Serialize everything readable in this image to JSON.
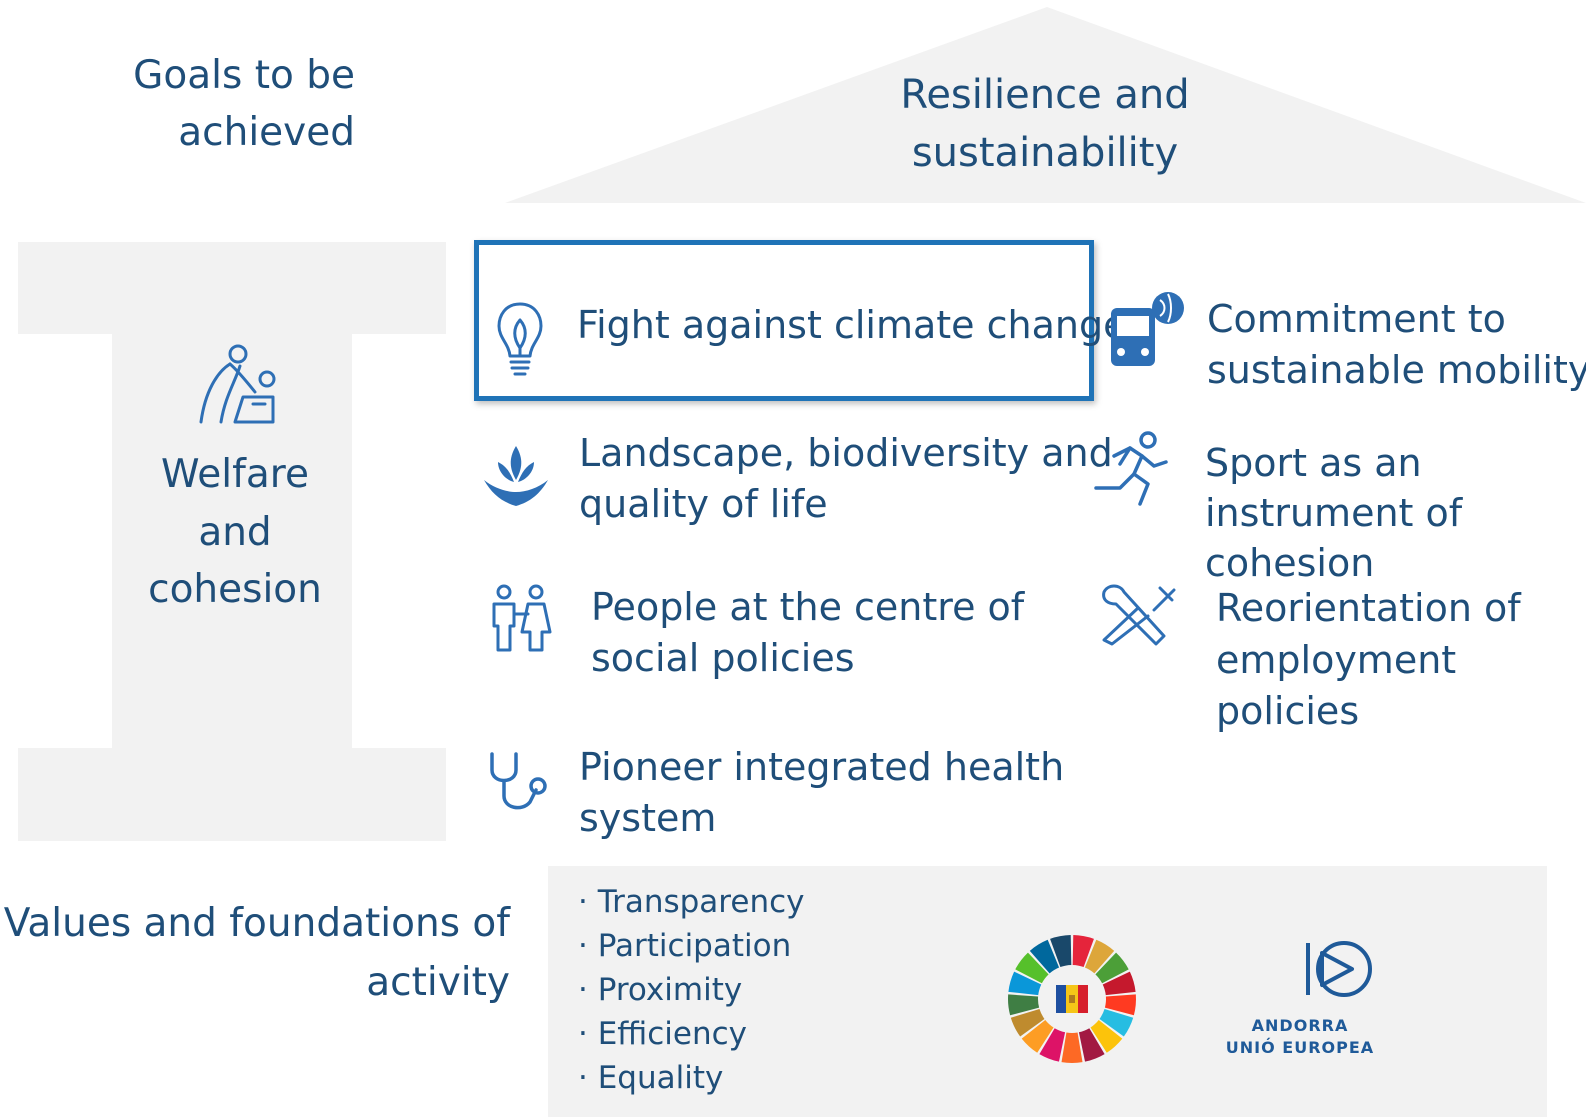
{
  "header": {
    "goals_line1": "Goals to be",
    "goals_line2": "achieved",
    "roof_line1": "Resilience and",
    "roof_line2": "sustainability"
  },
  "pillar": {
    "line1": "Welfare",
    "line2": "and",
    "line3": "cohesion",
    "icon": "caregiver-icon"
  },
  "items": [
    {
      "id": "climate",
      "line1": "Fight against climate change",
      "icon": "lightbulb-leaf-icon",
      "highlighted": true
    },
    {
      "id": "mobility",
      "line1": "Commitment to",
      "line2": "sustainable mobility",
      "icon": "bus-globe-icon"
    },
    {
      "id": "landscape",
      "line1": "Landscape, biodiversity and",
      "line2": "quality of life",
      "icon": "hands-plant-icon"
    },
    {
      "id": "sport",
      "line1": "Sport as an",
      "line2": "instrument of",
      "line3": "cohesion",
      "icon": "runner-icon"
    },
    {
      "id": "people",
      "line1": "People at the centre of",
      "line2": "social policies",
      "icon": "family-icon"
    },
    {
      "id": "employment",
      "line1": "Reorientation of",
      "line2": "employment",
      "line3": "policies",
      "icon": "tools-icon"
    },
    {
      "id": "health",
      "line1": "Pioneer integrated health",
      "line2": "system",
      "icon": "stethoscope-icon"
    }
  ],
  "foundation": {
    "title_line1": "Values and foundations of",
    "title_line2": "activity",
    "values": [
      "· Transparency",
      "· Participation",
      "· Proximity",
      "· Efficiency",
      "· Equality"
    ],
    "logo_line1": "ANDORRA",
    "logo_line2": "UNIÓ EUROPEA"
  },
  "colors": {
    "text": "#1f4e79",
    "panel": "#f2f2f2",
    "highlight_border": "#1f73b7",
    "icon": "#2e6fb5"
  }
}
